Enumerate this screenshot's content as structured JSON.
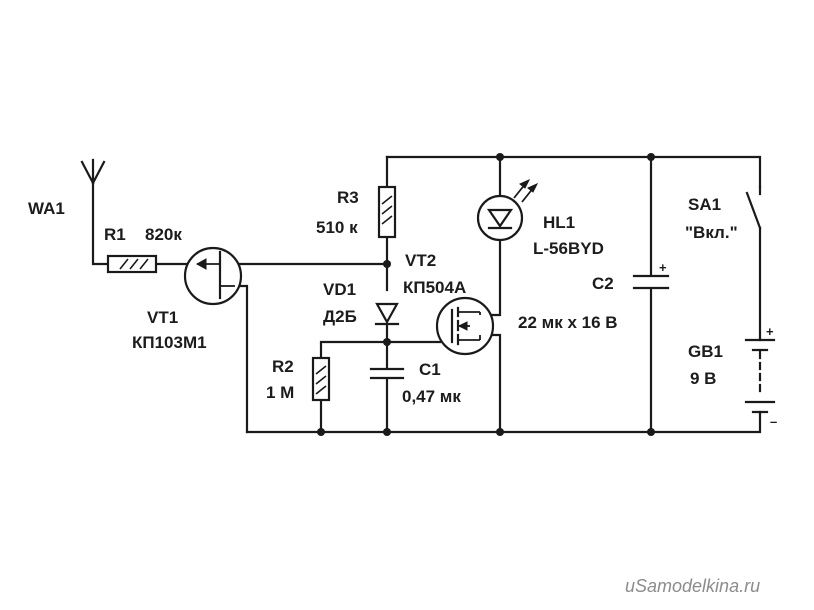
{
  "labels": {
    "wa1": "WA1",
    "r1": "R1",
    "r1_value": "820к",
    "vt1": "VT1",
    "vt1_type": "КП103М1",
    "r3": "R3",
    "r3_value": "510 к",
    "vt2": "VT2",
    "vt2_type": "КП504А",
    "vd1": "VD1",
    "vd1_type": "Д2Б",
    "r2": "R2",
    "r2_value": "1 М",
    "c1": "C1",
    "c1_value": "0,47 мк",
    "hl1": "HL1",
    "hl1_type": "L-56BYD",
    "c2": "C2",
    "c2_value": "22 мк x 16 В",
    "sa1": "SA1",
    "sa1_caption": "\"Вкл.\"",
    "gb1": "GB1",
    "gb1_value": "9 В",
    "c2_plus": "+",
    "gb1_plus": "+",
    "gb1_minus": "–"
  },
  "watermark": "uSamodelkina.ru"
}
